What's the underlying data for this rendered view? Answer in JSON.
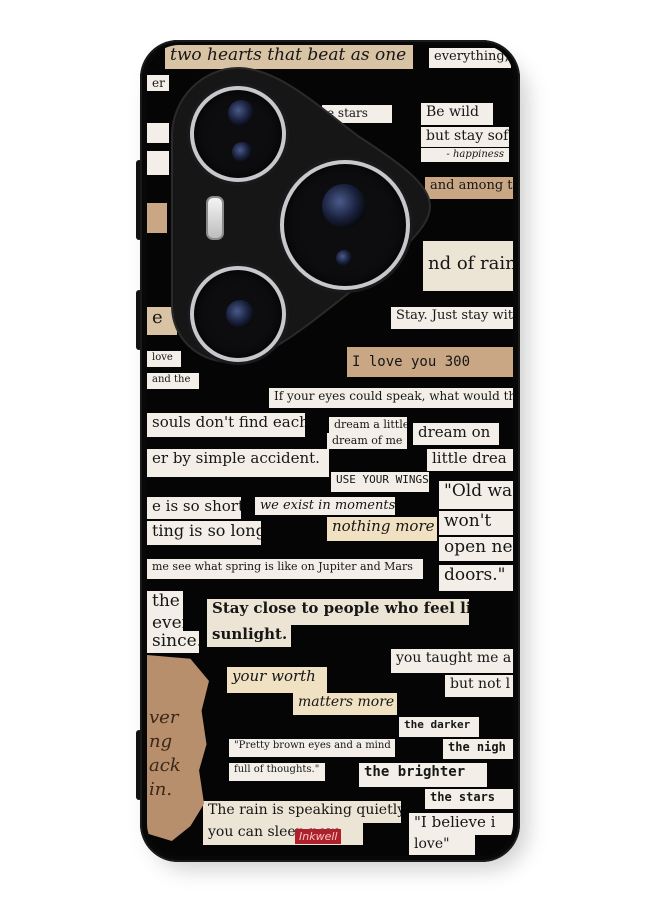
{
  "clippings": {
    "c1": "two hearts that beat as one",
    "c2": "everything,",
    "c3": "er",
    "c4": "e stars",
    "c5": "Be wild",
    "c6": "but stay soft.",
    "c7": "- happiness",
    "c8": "and among th",
    "c9": "nd of rain.",
    "c10": "Stay. Just stay with",
    "c11": "I love you 300",
    "c12": "love",
    "c13": "and the",
    "c14": "If your eyes could speak, what would they",
    "c15": "souls don't find each",
    "c16": "dream a little",
    "c17": "dream of me",
    "c18": "dream on",
    "c19": "er by simple accident.",
    "c20": "little drea",
    "c21": "USE YOUR WINGS",
    "c22": "\"Old wa",
    "c23": "e is so short",
    "c24": "we exist in moments,",
    "c25": "won't",
    "c26": "ting is so long",
    "c27": "nothing more",
    "c28": "open ne",
    "c29": "me see what spring is like on Jupiter and Mars",
    "c30": "doors.\"",
    "c31": "the",
    "c32": "ever",
    "c33": "since.",
    "c34": "Stay close to people who feel like",
    "c35": "sunlight.",
    "c36": "you taught me a",
    "c37": "but not l",
    "c38": "your worth",
    "c39": "matters more",
    "c40": "the darker",
    "c41": "the nigh",
    "c42": "\"Pretty brown eyes and a mind",
    "c43": "full of thoughts.\"",
    "c44": "the brighter",
    "c45": "the stars",
    "c46": "The rain is speaking quietly,",
    "c47": "you can sleep now.",
    "c48": "\"I believe i",
    "c49": "love\"",
    "c50": "ver",
    "c51": "ng",
    "c52": "ack",
    "c53": "in."
  },
  "signature": "Inkwell",
  "colors": {
    "case": "#080808",
    "paper_light": "#ece5d6",
    "paper_tan": "#d8c3a5",
    "lens_ring": "#c8c8cc"
  }
}
